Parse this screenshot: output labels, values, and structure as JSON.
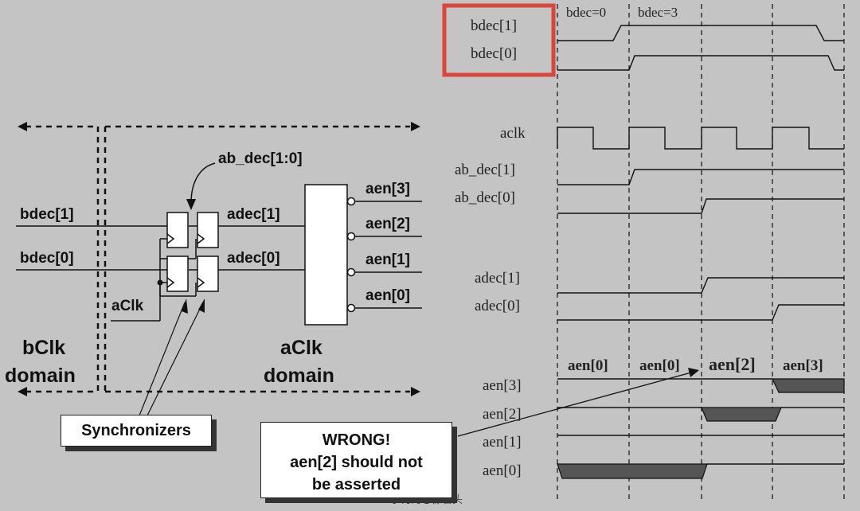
{
  "circuit": {
    "inputs": {
      "bdec1": "bdec[1]",
      "bdec0": "bdec[0]",
      "aclk": "aClk"
    },
    "ab_dec": "ab_dec[1:0]",
    "adec": {
      "adec1": "adec[1]",
      "adec0": "adec[0]"
    },
    "outputs": [
      "aen[3]",
      "aen[2]",
      "aen[1]",
      "aen[0]"
    ],
    "domains": {
      "bclk": [
        "bClk",
        "domain"
      ],
      "aclk": [
        "aClk",
        "domain"
      ]
    },
    "synchronizers_label": "Synchronizers",
    "wrong_note": [
      "WRONG!",
      "aen[2] should not",
      "be asserted"
    ]
  },
  "timing": {
    "header": [
      "bdec=0",
      "bdec=3"
    ],
    "signals": [
      "bdec[1]",
      "bdec[0]",
      "aclk",
      "ab_dec[1]",
      "ab_dec[0]",
      "adec[1]",
      "adec[0]",
      "aen[3]",
      "aen[2]",
      "aen[1]",
      "aen[0]"
    ],
    "aen_phase_labels": [
      "aen[0]",
      "aen[0]",
      "aen[2]",
      "aen[3]"
    ]
  },
  "highlight_color": "#d9463b",
  "watermark": "小何的芯像石头"
}
